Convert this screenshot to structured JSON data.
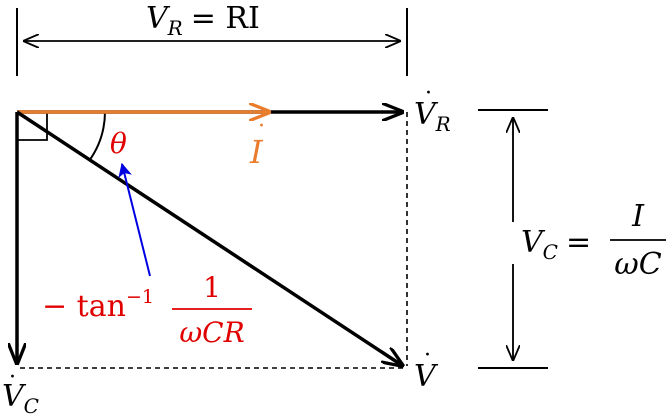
{
  "colors": {
    "ink": "#000000",
    "current": "#e87d2e",
    "angle_label": "#e00000",
    "pointer": "#0000e0"
  },
  "labels": {
    "vr_dim_lhs": "V",
    "vr_dim_sub": "R",
    "vr_dim_rhs": "= RI",
    "vr_vec": "V",
    "vr_vec_sub": "R",
    "current": "I",
    "theta": "θ",
    "vc_vec": "V",
    "vc_vec_sub": "C",
    "v_vec": "V",
    "vc_dim_lhs": "V",
    "vc_dim_sub": "C",
    "vc_dim_eq": "=",
    "vc_frac_num": "I",
    "vc_frac_den": "ωC",
    "angle_prefix": "− tan",
    "angle_exp": "−1",
    "angle_frac_num": "1",
    "angle_frac_den": "ωCR"
  }
}
